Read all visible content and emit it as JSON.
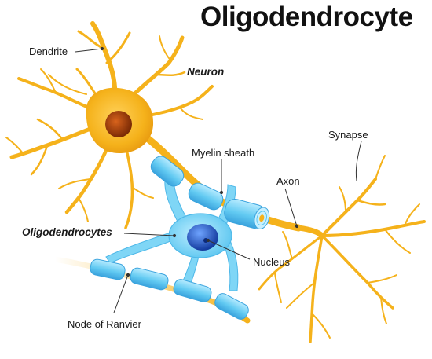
{
  "title": "Oligodendrocyte",
  "labels": {
    "dendrite": "Dendrite",
    "neuron": "Neuron",
    "myelin_sheath": "Myelin sheath",
    "synapse": "Synapse",
    "axon": "Axon",
    "oligodendrocytes": "Oligodendrocytes",
    "nucleus": "Nucleus",
    "node_of_ranvier": "Node of Ranvier"
  },
  "colors": {
    "neuron": "#f5b21b",
    "neuron_dark": "#e8930c",
    "nucleus": "#a8410c",
    "myelin": "#6ccff3",
    "myelin_dark": "#3aa8e0",
    "oligo_nucleus": "#1f4fc6"
  }
}
